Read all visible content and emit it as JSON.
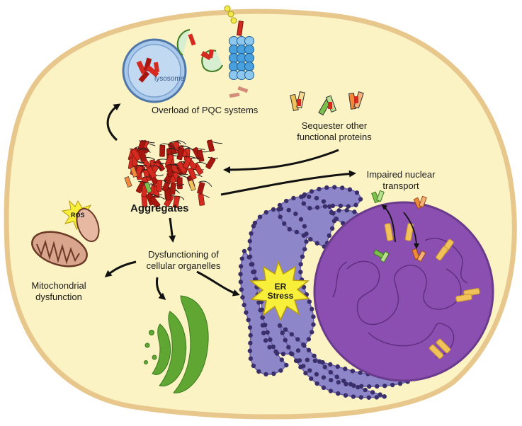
{
  "labels": {
    "lysosome": "lysosome",
    "overload": "Overload of PQC systems",
    "sequester_line1": "Sequester other",
    "sequester_line2": "functional proteins",
    "nuclear_line1": "Impaired nuclear",
    "nuclear_line2": "transport",
    "aggregates": "Aggregates",
    "dysfunction_line1": "Dysfunctioning of",
    "dysfunction_line2": "cellular organelles",
    "mito_line1": "Mitochondrial",
    "mito_line2": "dysfunction",
    "ros": "ROS",
    "er_line1": "ER",
    "er_line2": "Stress"
  },
  "colors": {
    "cytoplasm": "#fbf3c4",
    "membrane": "#e8c78c",
    "nucleus": "#8a4fb0",
    "er": "#8d86c9",
    "er_dots": "#3a2f6b",
    "golgi": "#5fa632",
    "mitochondria": "#d9a58c",
    "aggregate": "#d42a1f",
    "lysosome": "#a9c9ec",
    "proteasome": "#4aa0dc",
    "star": "#f7ef3a"
  }
}
